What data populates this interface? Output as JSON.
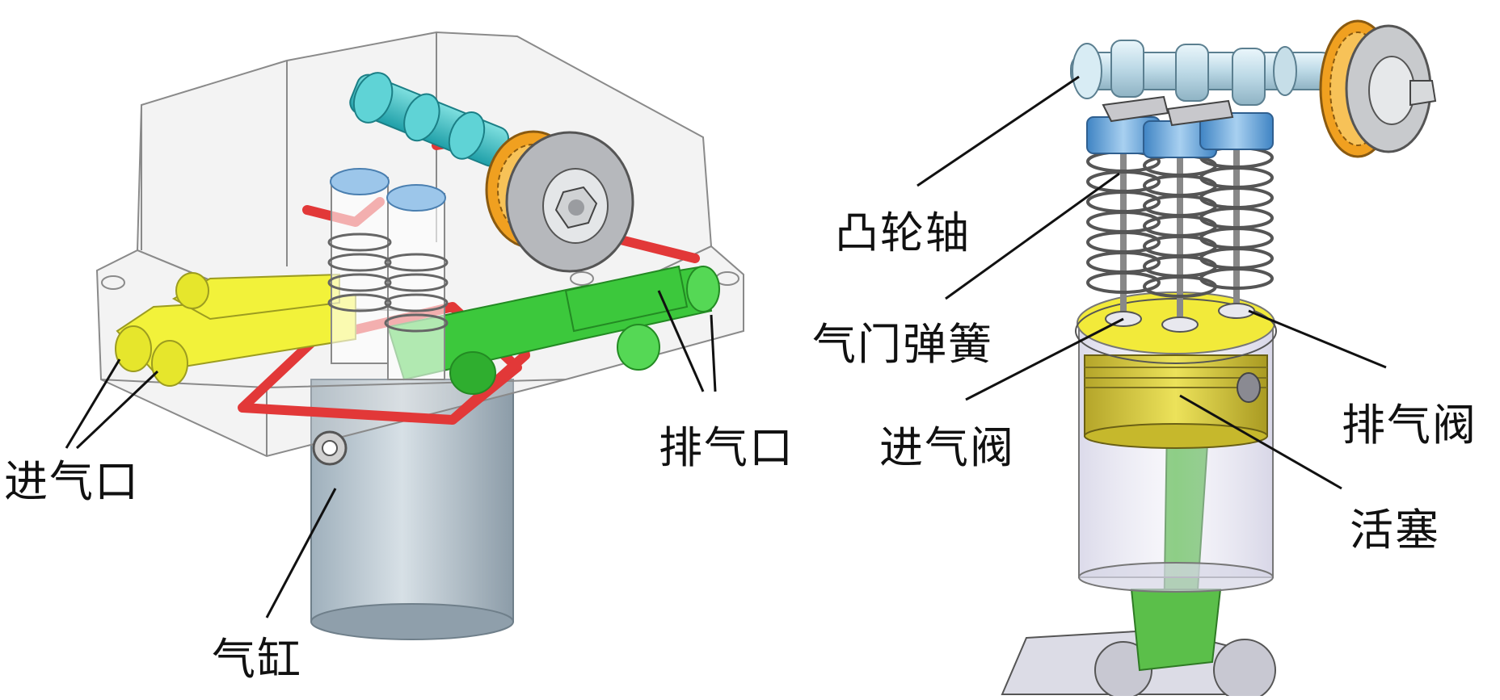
{
  "labels": {
    "intake_port": "进气口",
    "cylinder": "气缸",
    "exhaust_port": "排气口",
    "camshaft": "凸轮轴",
    "valve_spring": "气门弹簧",
    "intake_valve": "进气阀",
    "exhaust_valve": "排气阀",
    "piston": "活塞"
  },
  "colors": {
    "camshaft_left": "#3cc6c6",
    "pulley_orange": "#f0a020",
    "intake_yellow": "#f2f23a",
    "exhaust_green": "#3cc83c",
    "linkage_red": "#e23838",
    "cylinder_grey": "#b9c4cc",
    "valve_blue": "#6aa6dc",
    "piston_yellow": "#d9cf3a",
    "rod_green": "#5bbf4a",
    "camshaft_right": "#cfe8f2"
  }
}
